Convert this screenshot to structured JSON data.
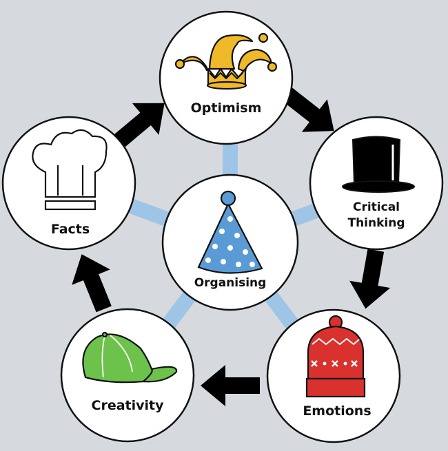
{
  "diagram": {
    "colors": {
      "background": "#d6dade",
      "spoke": "#9fc5e6",
      "arrow": "#000000",
      "optimism_hat": "#f0b92a",
      "critical_hat": "#000000",
      "emotions_hat": "#d9322e",
      "creativity_hat": "#6cc24a",
      "facts_hat": "#ffffff",
      "organising_hat": "#5b9bd5"
    },
    "center": {
      "label": "Organising",
      "icon": "party-hat-icon"
    },
    "nodes": [
      {
        "id": "optimism",
        "label": "Optimism",
        "icon": "jester-hat-icon"
      },
      {
        "id": "critical",
        "label": "Critical Thinking",
        "label_lines": [
          "Critical",
          "Thinking"
        ],
        "icon": "top-hat-icon"
      },
      {
        "id": "emotions",
        "label": "Emotions",
        "icon": "beanie-hat-icon"
      },
      {
        "id": "creativity",
        "label": "Creativity",
        "icon": "baseball-cap-icon"
      },
      {
        "id": "facts",
        "label": "Facts",
        "icon": "chef-hat-icon"
      }
    ],
    "cycle_order": [
      "optimism",
      "critical",
      "emotions",
      "creativity",
      "facts"
    ]
  }
}
